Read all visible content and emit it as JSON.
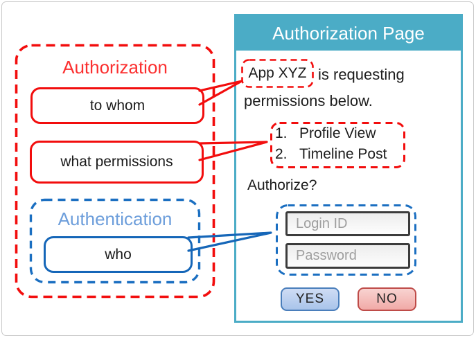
{
  "left_diagram": {
    "authorization_title": "Authorization",
    "callout_to_whom": "to whom",
    "callout_what_permissions": "what permissions",
    "authentication_title": "Authentication",
    "callout_who": "who"
  },
  "panel": {
    "title": "Authorization Page",
    "app_name": "App XYZ",
    "request_text_line1": "is requesting",
    "request_text_line2": "permissions below.",
    "permissions": [
      {
        "num": "1.",
        "label": "Profile View"
      },
      {
        "num": "2.",
        "label": "Timeline Post"
      }
    ],
    "authorize_question": "Authorize?",
    "login_id_placeholder": "Login ID",
    "password_placeholder": "Password",
    "yes_label": "YES",
    "no_label": "NO"
  },
  "colors": {
    "panel_teal": "#4bacc6",
    "diagram_red": "#f20d0d",
    "diagram_blue": "#1b6fc1",
    "authorization_title_red": "#fb2f2f",
    "authentication_title_blue": "#6d9edb",
    "yes_button_border": "#4a7ebb",
    "no_button_border": "#be4b48"
  }
}
